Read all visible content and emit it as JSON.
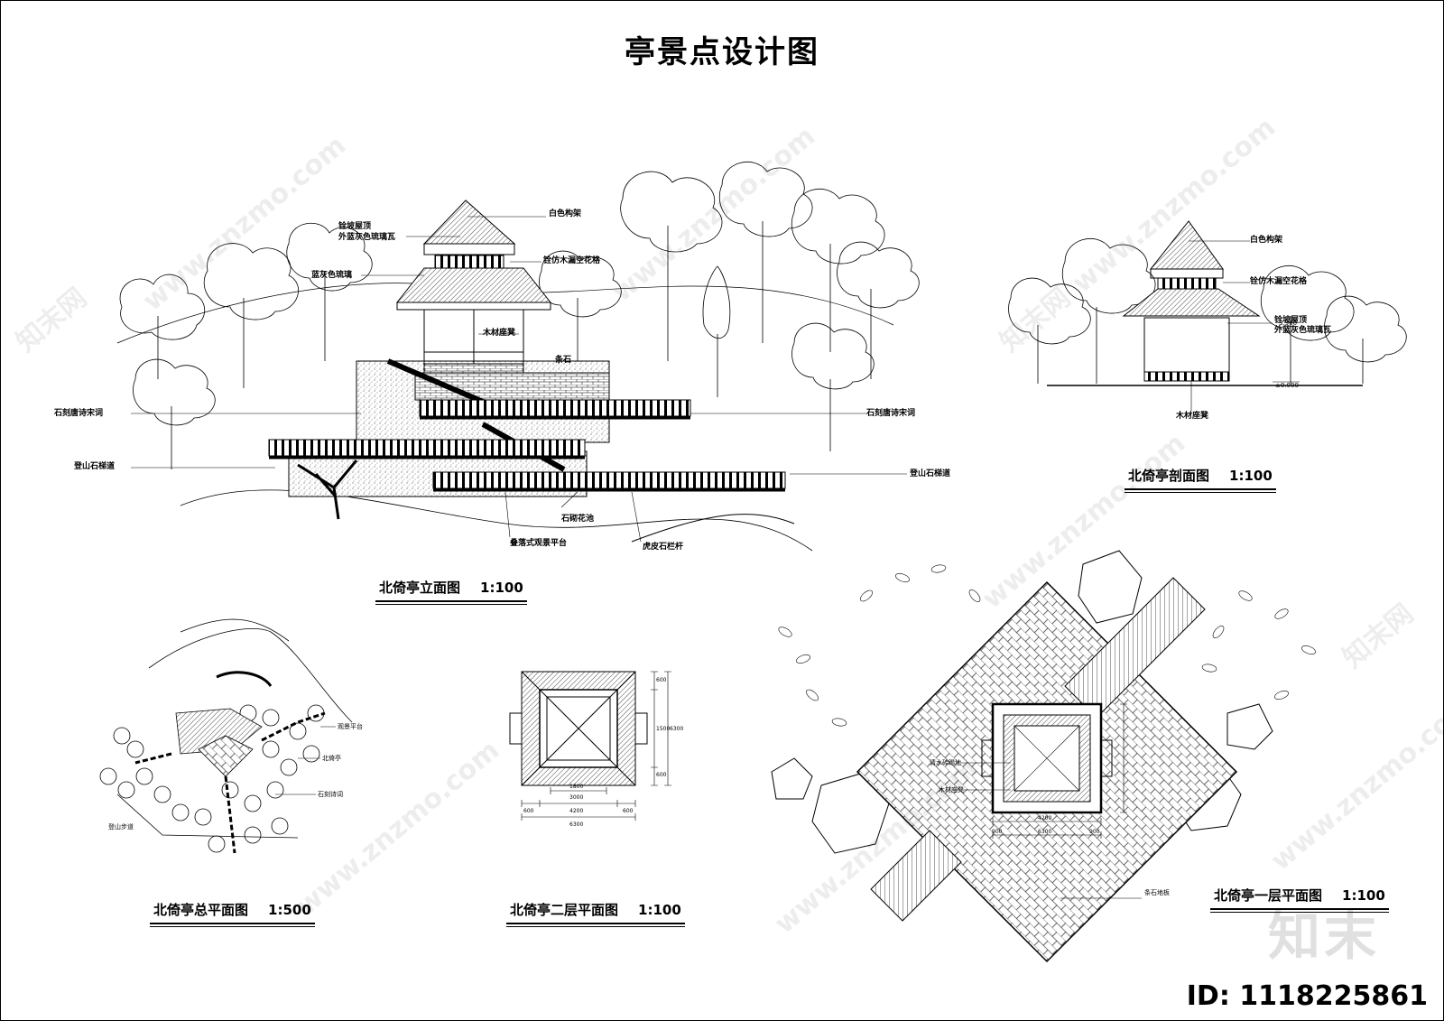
{
  "title": "亭景点设计图",
  "elevation": {
    "caption": "北倚亭立面图",
    "scale": "1:100",
    "labels": {
      "white_frame": "白色构架",
      "roof_top_1": "铨坡屋顶",
      "roof_top_2": "外蓝灰色琉璃瓦",
      "lattice": "铨仿木漏空花格",
      "blue_glaze": "蓝灰色琉璃",
      "wood_bench": "木材座凳",
      "strip_stone": "条石",
      "poem_left": "石刻唐诗宋词",
      "poem_right": "石刻唐诗宋词",
      "stairs_left": "登山石梯道",
      "stairs_right": "登山石梯道",
      "flower_pool": "石砌花池",
      "platform": "叠落式观景平台",
      "railing": "虎皮石栏杆"
    }
  },
  "section": {
    "caption": "北倚亭剖面图",
    "scale": "1:100",
    "labels": {
      "white_frame": "白色构架",
      "lattice": "铨仿木漏空花格",
      "roof_1": "铨坡屋顶",
      "roof_2": "外蓝灰色琉璃瓦",
      "bench": "木材座凳",
      "level_top": "3.900",
      "level_ground": "±0.000"
    }
  },
  "site_plan": {
    "caption": "北倚亭总平面图",
    "scale": "1:500",
    "labels": {
      "platform": "观景平台",
      "pavilion": "北倚亭",
      "poem": "石刻诗词",
      "path": "登山步道"
    }
  },
  "second_floor": {
    "caption": "北倚亭二层平面图",
    "scale": "1:100",
    "dims": {
      "d1800": "1800",
      "d3000": "3000",
      "d4200": "4200",
      "d6300": "6300",
      "d600a": "600",
      "d600b": "600",
      "v600a": "600",
      "v1500": "1500",
      "v600b": "600",
      "v6300": "6300"
    }
  },
  "first_floor": {
    "caption": "北倚亭一层平面图",
    "scale": "1:100",
    "labels": {
      "pool": "清水砖踢地",
      "bench": "木材座凳",
      "floor": "条石地板"
    },
    "dims": {
      "d4200": "4200",
      "d6300": "6300",
      "d900a": "900",
      "d900b": "900"
    }
  },
  "watermark": {
    "site": "www.znzmo.com",
    "brand": "知末网",
    "logo": "知末",
    "id": "ID: 1118225861"
  }
}
